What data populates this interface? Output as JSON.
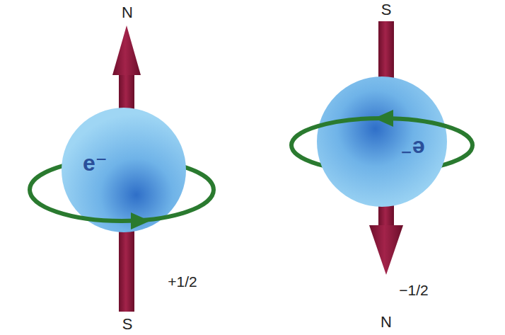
{
  "diagram": {
    "nodes": [
      {
        "text": [
          "e⁻"
        ]
      },
      {
        "text": [
          "e⁻"
        ]
      }
    ],
    "labels": [
      "N",
      "S",
      "+1/2",
      "−1/2",
      "S",
      "N"
    ]
  }
}
